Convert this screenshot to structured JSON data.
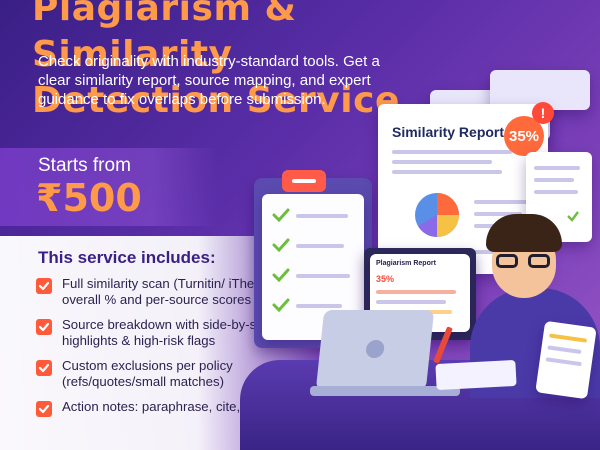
{
  "header": {
    "title_line1": "Plagiarism & Similarity",
    "title_line2": "Detection Service",
    "description": "Check originality with industry-standard tools. Get a clear similarity report, source mapping, and expert guidance to fix overlaps before submission."
  },
  "pricing": {
    "label": "Starts from",
    "amount": "₹500"
  },
  "services": {
    "heading": "This service includes:",
    "items": [
      "Full similarity scan (Turnitin/ iThenticate) with overall % and per-source scores",
      "Source breakdown with side-by-side highlights & high-risk flags",
      "Custom exclusions per policy (refs/quotes/small matches)",
      "Action notes: paraphrase, cite, quote, or remove guidance"
    ]
  },
  "illustration": {
    "report_title": "Similarity Report",
    "report_percent": "35%",
    "laptop_title": "Plagiarism Report",
    "laptop_percent": "35%",
    "alert_symbol": "!"
  },
  "colors": {
    "accent_orange": "#ff9a4a",
    "deep_purple": "#3a1f86",
    "check_red": "#ff5a3a"
  }
}
